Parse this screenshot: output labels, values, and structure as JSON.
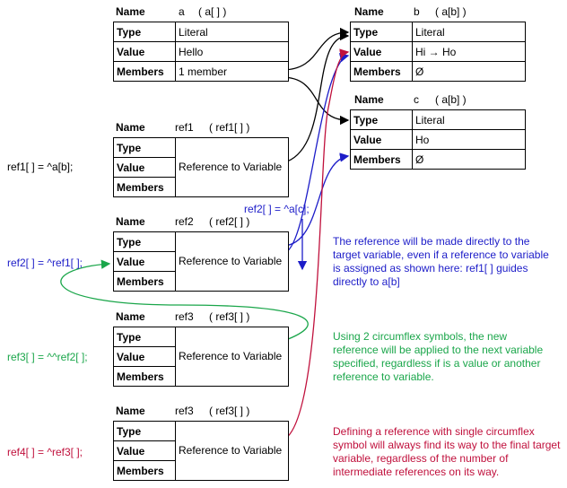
{
  "colors": {
    "black": "#000000",
    "blue": "#1c1cc8",
    "green": "#1aa64a",
    "red": "#c0103c"
  },
  "row_labels": {
    "name": "Name",
    "type": "Type",
    "value": "Value",
    "members": "Members"
  },
  "var_a": {
    "name": "a",
    "bracket": "( a[ ] )",
    "type": "Literal",
    "value": "Hello",
    "members": "1 member"
  },
  "var_b": {
    "name": "b",
    "bracket": "( a[b] )",
    "type": "Literal",
    "value": "Hi → Ho",
    "members": "Ø"
  },
  "var_c": {
    "name": "c",
    "bracket": "( a[b] )",
    "type": "Literal",
    "value": "Ho",
    "members": "Ø"
  },
  "ref_value": "Reference to Variable",
  "ref1": {
    "name": "ref1",
    "bracket": "( ref1[ ] )",
    "assign": "ref1[ ] = ^a[b];"
  },
  "ref2": {
    "name": "ref2",
    "bracket": "( ref2[ ] )",
    "assign": "ref2[ ] = ^ref1[ ];",
    "inline": "ref2[ ] = ^a[c];"
  },
  "ref3": {
    "name": "ref3",
    "bracket": "( ref3[ ] )",
    "assign": "ref3[ ] = ^^ref2[ ];"
  },
  "ref4": {
    "name": "ref3",
    "bracket": "( ref3[ ] )",
    "assign": "ref4[ ] = ^ref3[ ];"
  },
  "notes": {
    "blue": "The reference will be made directly to the target variable, even if a reference to variable is assigned as shown here: ref1[ ] guides directly to a[b]",
    "green": "Using 2 circumflex symbols, the new reference will be applied to the next variable specified, regardless if is a value or another reference to variable.",
    "red": "Defining a reference with single circumflex symbol will always find its way to the final target variable, regardless of the number of intermediate references on its way."
  }
}
